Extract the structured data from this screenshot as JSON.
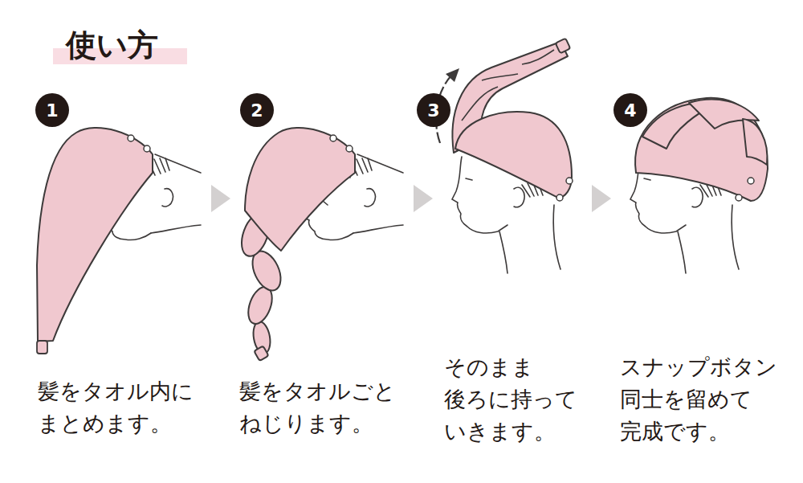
{
  "diagram": {
    "title": "使い方",
    "nodes": [
      {
        "text": [
          "1"
        ]
      },
      {
        "text": [
          "2"
        ]
      },
      {
        "text": [
          "3"
        ]
      },
      {
        "text": [
          "4"
        ]
      }
    ],
    "labels": [
      "髪をタオル内に まとめます。",
      "髪をタオルごと ねじります。",
      "そのまま 後ろに持って いきます。",
      "スナップボタン 同士を留めて 完成です。"
    ]
  }
}
